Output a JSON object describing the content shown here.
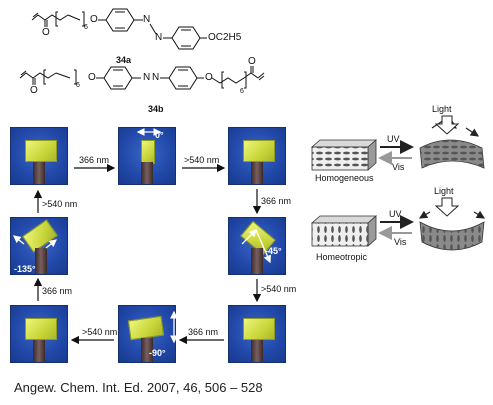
{
  "compounds": {
    "a": {
      "label": "34a",
      "end_group": "OC2H5",
      "chain_index": "6"
    },
    "b": {
      "label": "34b",
      "chain_index_left": "6",
      "chain_index_right": "6"
    }
  },
  "atoms": {
    "oxygen": "O",
    "nitrogen": "N"
  },
  "cycle": {
    "angles": {
      "top_middle": "0°",
      "right_middle": "-45°",
      "bottom_middle": "-90°",
      "left_middle": "-135°"
    },
    "steps": {
      "top_left_to_top_middle": "366 nm",
      "top_middle_to_top_right": ">540 nm",
      "top_right_to_right_middle": "366 nm",
      "right_middle_to_bottom_right": ">540 nm",
      "bottom_right_to_bottom_middle": "366 nm",
      "bottom_middle_to_bottom_left": ">540 nm",
      "bottom_left_to_left_middle": "366 nm",
      "left_middle_to_top_left": ">540 nm"
    }
  },
  "schemes": {
    "homogeneous": {
      "label": "Homogeneous",
      "uv": "UV",
      "vis": "Vis",
      "light": "Light"
    },
    "homeotropic": {
      "label": "Homeotropic",
      "uv": "UV",
      "vis": "Vis",
      "light": "Light"
    }
  },
  "citation": "Angew. Chem. Int. Ed. 2007, 46, 506 – 528",
  "colors": {
    "photo_bg": "#2148a8",
    "film": "#dfe85a",
    "arrow": "#111111",
    "vis_arrow": "#999999"
  }
}
